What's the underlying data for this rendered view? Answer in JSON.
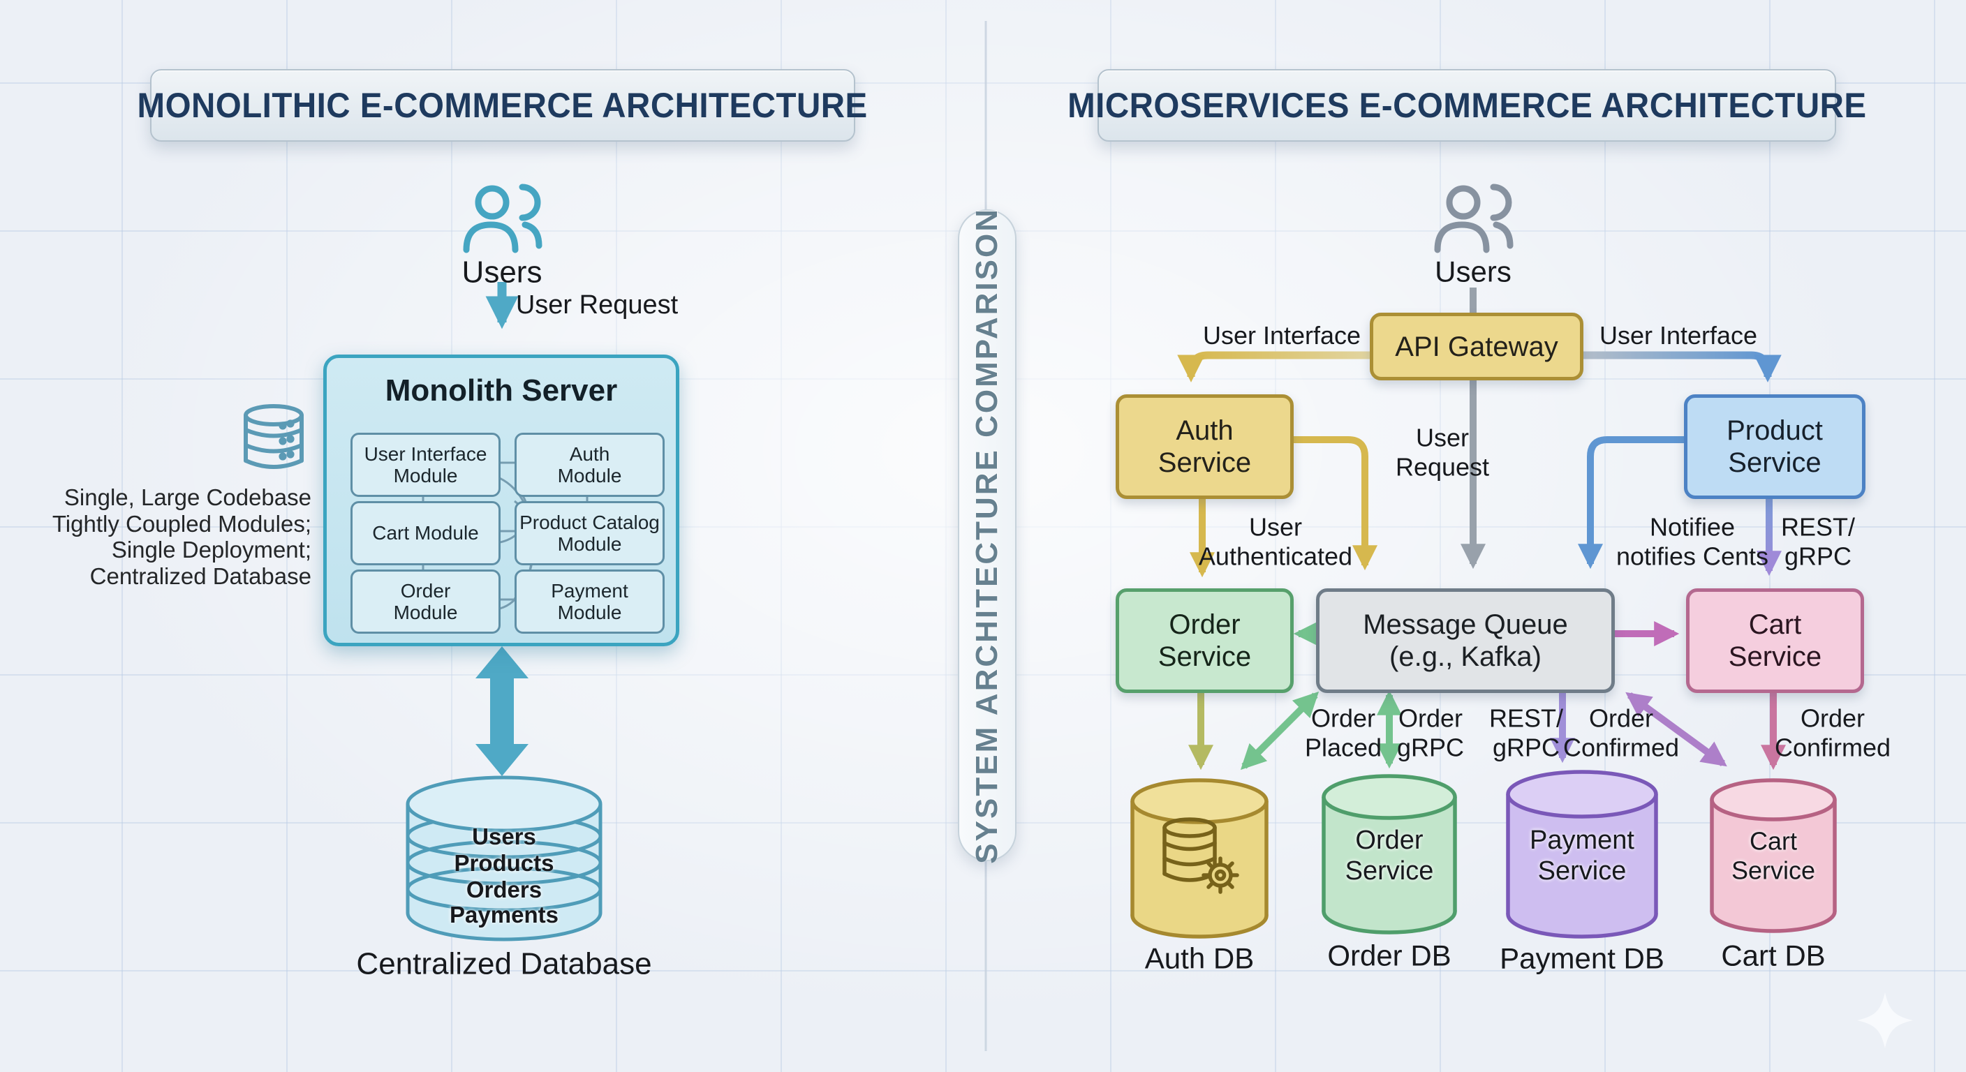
{
  "left": {
    "title": "MONOLITHIC E-COMMERCE ARCHITECTURE",
    "users_label": "Users",
    "user_request_label": "User Request",
    "server": {
      "title": "Monolith Server",
      "modules": [
        "User Interface\nModule",
        "Auth\nModule",
        "Cart Module",
        "Product Catalog\nModule",
        "Order\nModule",
        "Payment\nModule"
      ]
    },
    "annotation_lines": [
      "Single, Large Codebase",
      "Tightly Coupled Modules;",
      "Single Deployment;",
      "Centralized Database"
    ],
    "database": {
      "rows": [
        "Users",
        "Products",
        "Orders",
        "Payments"
      ],
      "label": "Centralized Database"
    }
  },
  "center": {
    "label": "SYSTEM ARCHITECTURE COMPARISON"
  },
  "right": {
    "title": "MICROSERVICES E-COMMERCE ARCHITECTURE",
    "users_label": "Users",
    "api_gateway_label": "API Gateway",
    "services": {
      "auth": "Auth\nService",
      "product": "Product\nService",
      "order": "Order\nService",
      "cart": "Cart\nService"
    },
    "message_queue": {
      "line1": "Message Queue",
      "line2": "(e.g., Kafka)"
    },
    "edge_labels": {
      "user_interface_left": "User Interface",
      "user_interface_right": "User Interface",
      "user_request": "User\nRequest",
      "user_authenticated": "User\nAuthenticated",
      "notifiee": "Notifiee\nnotifies Cents",
      "rest_grpc_product": "REST/\ngRPC",
      "order_placed": "Order\nPlaced",
      "order_grpc": "Order\ngRPC",
      "rest_grpc_payment": "REST/\ngRPC",
      "order_confirmed_queue": "Order\nConfirmed",
      "order_confirmed_cart": "Order\nConfirmed"
    },
    "databases": [
      {
        "inner": "",
        "label": "Auth DB"
      },
      {
        "inner": "Order\nService",
        "label": "Order DB"
      },
      {
        "inner": "Payment\nService",
        "label": "Payment DB"
      },
      {
        "inner": "Cart\nService",
        "label": "Cart DB"
      }
    ]
  },
  "colors": {
    "teal": "#45a5c2",
    "title_text": "#1e3a5e",
    "yellow_box": "#ecd88d",
    "yellow_border": "#ab8f35",
    "blue_box": "#bedcf4",
    "blue_border": "#4d82c4",
    "green_box": "#c8e8cf",
    "green_border": "#57a06c",
    "pink_box": "#f5cede",
    "pink_border": "#b4688f",
    "purple_box": "#cebef0",
    "purple_border": "#7a58b8",
    "gray_box": "#e1e4e7",
    "gray_border": "#6f7c88"
  }
}
